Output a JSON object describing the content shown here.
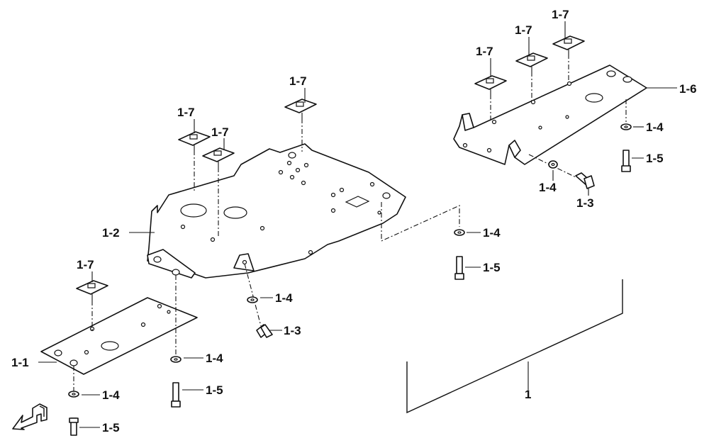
{
  "diagram": {
    "callouts": {
      "c1": "1",
      "c1_1": "1-1",
      "c1_2": "1-2",
      "c1_3": "1-3",
      "c1_4": "1-4",
      "c1_5": "1-5",
      "c1_6": "1-6",
      "c1_7": "1-7"
    },
    "icons": [
      "front-direction-arrow-icon"
    ]
  }
}
